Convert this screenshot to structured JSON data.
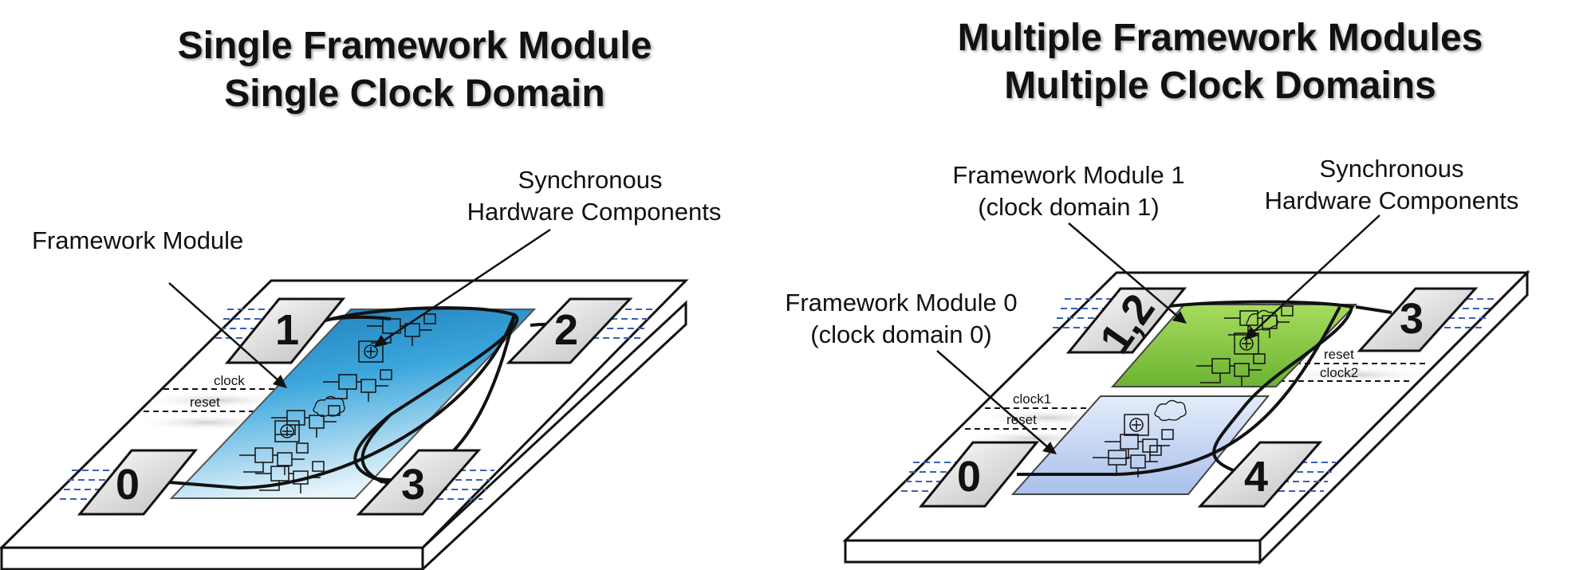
{
  "left": {
    "title_line1": "Single Framework Module",
    "title_line2": "Single Clock Domain",
    "label_framework_module": "Framework Module",
    "label_sync_line1": "Synchronous",
    "label_sync_line2": "Hardware Components",
    "pads": [
      "0",
      "1",
      "2",
      "3"
    ],
    "signals": [
      "clock",
      "reset"
    ]
  },
  "right": {
    "title_line1": "Multiple Framework Modules",
    "title_line2": "Multiple Clock Domains",
    "label_fm1_line1": "Framework Module 1",
    "label_fm1_line2": "(clock domain 1)",
    "label_fm0_line1": "Framework Module 0",
    "label_fm0_line2": "(clock domain 0)",
    "label_sync_line1": "Synchronous",
    "label_sync_line2": "Hardware Components",
    "pads": [
      "0",
      "1,2",
      "3",
      "4"
    ],
    "signals": [
      "clock1",
      "reset",
      "reset",
      "clock2"
    ]
  },
  "colors": {
    "blue_module": "#3aa6dc",
    "green_module": "#7cc242",
    "light_blue_module": "#b8cdee",
    "board": "#ffffff",
    "wire_blue": "#3a5fb8"
  }
}
